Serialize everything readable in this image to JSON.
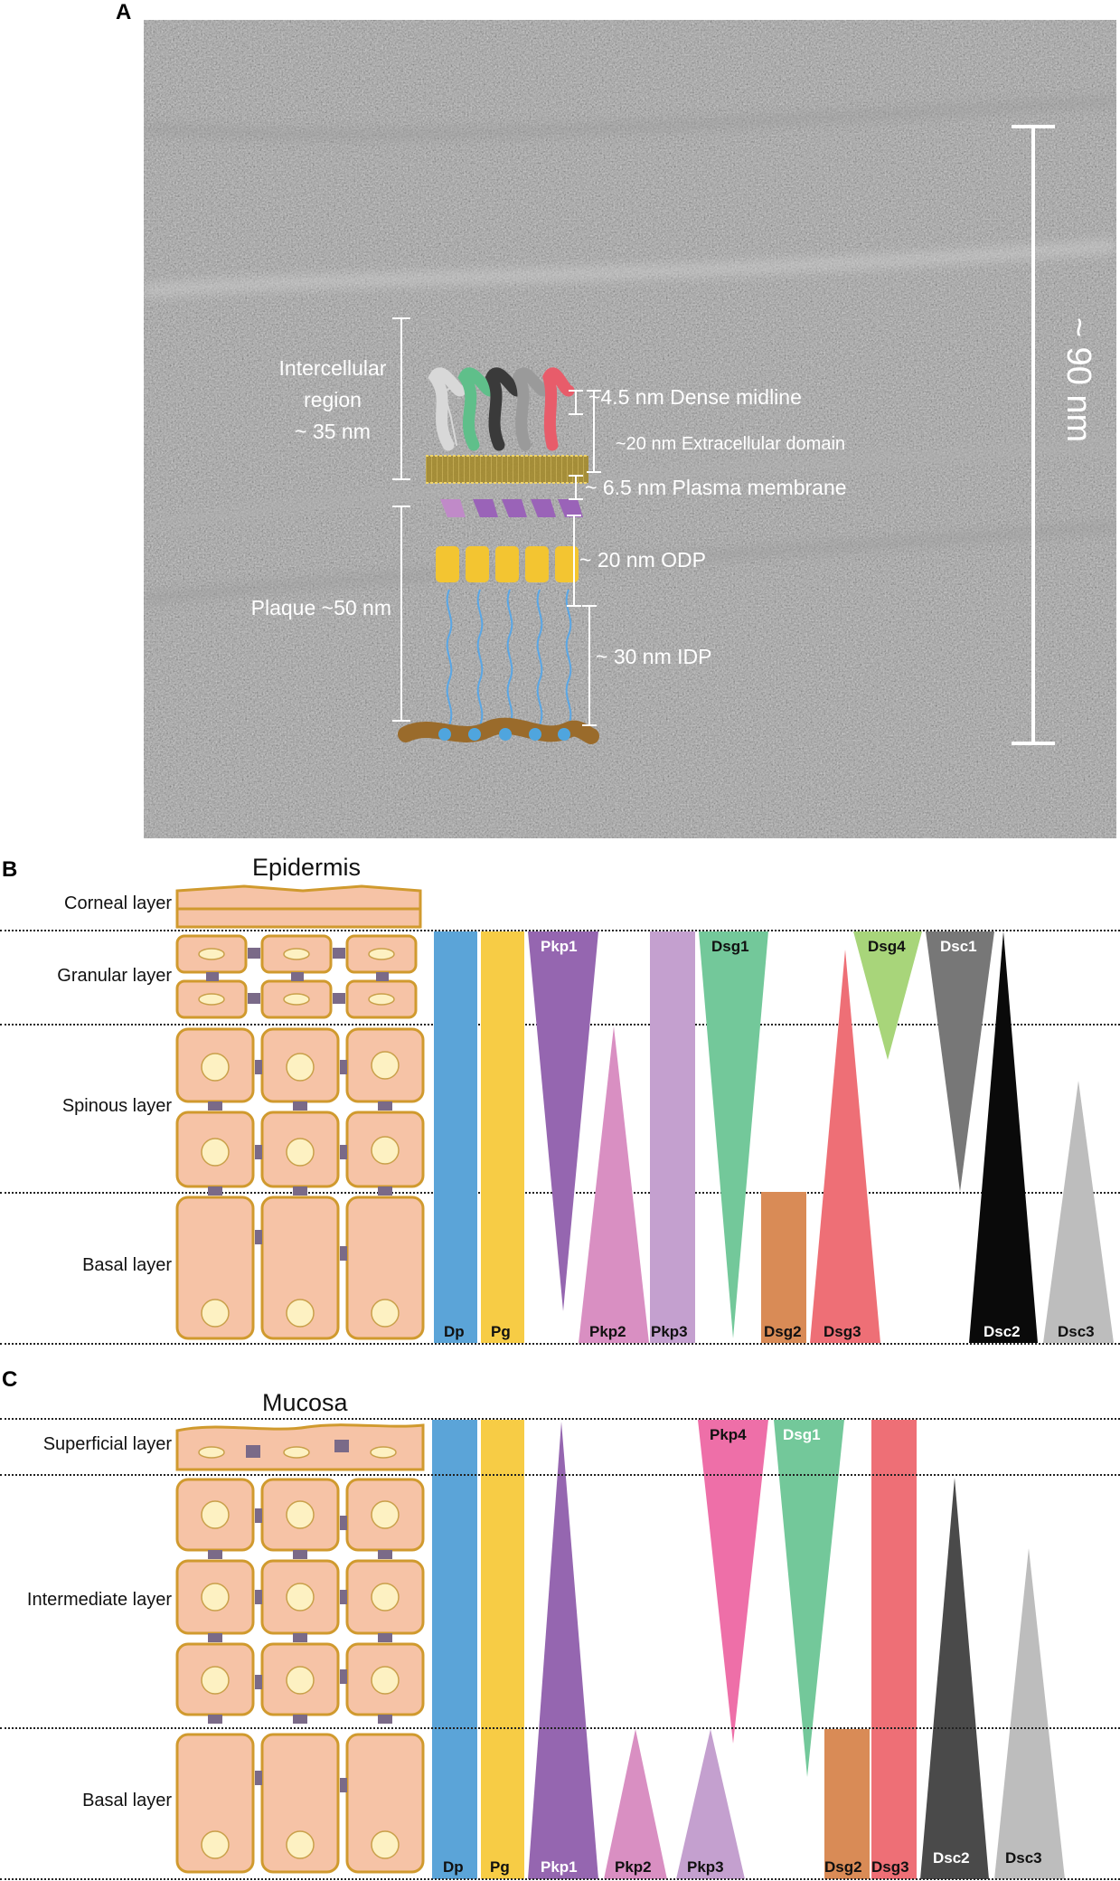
{
  "panelA": {
    "letter": "A",
    "labels": {
      "intercellular_line1": "Intercellular",
      "intercellular_line2": "region",
      "intercellular_line3": "~ 35 nm",
      "dense_midline": "~4.5 nm Dense midline",
      "extracellular": "~20 nm Extracellular domain",
      "plasma_membrane": "~ 6.5 nm Plasma membrane",
      "odp": "~ 20 nm ODP",
      "plaque": "Plaque ~50 nm",
      "idp": "~ 30 nm IDP",
      "scale": "~ 90 nm"
    },
    "cadherin_colors": [
      "#d8d8d8",
      "#5fbf8a",
      "#3a3a3a",
      "#9a9a9a",
      "#e85c6a"
    ]
  },
  "panelB": {
    "letter": "B",
    "title": "Epidermis",
    "layers": [
      "Corneal layer",
      "Granular layer",
      "Spinous layer",
      "Basal layer"
    ],
    "proteins": [
      {
        "name": "Dp",
        "color": "#5ba4d8",
        "label_color": "#111111"
      },
      {
        "name": "Pg",
        "color": "#f7cc45",
        "label_color": "#111111"
      },
      {
        "name": "Pkp1",
        "color": "#9566b0",
        "label_color": "#ffffff"
      },
      {
        "name": "Pkp2",
        "color": "#d98fc2",
        "label_color": "#111111"
      },
      {
        "name": "Pkp3",
        "color": "#c4a0cf",
        "label_color": "#111111"
      },
      {
        "name": "Dsg1",
        "color": "#73c89a",
        "label_color": "#111111"
      },
      {
        "name": "Dsg2",
        "color": "#d98b56",
        "label_color": "#111111"
      },
      {
        "name": "Dsg3",
        "color": "#ee6f76",
        "label_color": "#111111"
      },
      {
        "name": "Dsg4",
        "color": "#a8d57a",
        "label_color": "#111111"
      },
      {
        "name": "Dsc1",
        "color": "#777777",
        "label_color": "#ffffff"
      },
      {
        "name": "Dsc2",
        "color": "#0a0a0a",
        "label_color": "#ffffff"
      },
      {
        "name": "Dsc3",
        "color": "#bdbdbd",
        "label_color": "#111111"
      }
    ]
  },
  "panelC": {
    "letter": "C",
    "title": "Mucosa",
    "layers": [
      "Superficial layer",
      "Intermediate layer",
      "Basal layer"
    ],
    "proteins": [
      {
        "name": "Dp",
        "color": "#5ba4d8",
        "label_color": "#111111"
      },
      {
        "name": "Pg",
        "color": "#f7cc45",
        "label_color": "#111111"
      },
      {
        "name": "Pkp1",
        "color": "#9566b0",
        "label_color": "#ffffff"
      },
      {
        "name": "Pkp2",
        "color": "#d98fc2",
        "label_color": "#111111"
      },
      {
        "name": "Pkp3",
        "color": "#c4a0cf",
        "label_color": "#111111"
      },
      {
        "name": "Pkp4",
        "color": "#ee6fa8",
        "label_color": "#111111"
      },
      {
        "name": "Dsg1",
        "color": "#73c89a",
        "label_color": "#ffffff"
      },
      {
        "name": "Dsg2",
        "color": "#d98b56",
        "label_color": "#111111"
      },
      {
        "name": "Dsg3",
        "color": "#ee6f76",
        "label_color": "#111111"
      },
      {
        "name": "Dsc2",
        "color": "#4a4a4a",
        "label_color": "#ffffff"
      },
      {
        "name": "Dsc3",
        "color": "#bdbdbd",
        "label_color": "#111111"
      }
    ]
  },
  "colors": {
    "cell_fill": "#f6c3a6",
    "cell_stroke": "#d09a2e",
    "nucleus_fill": "#fdf1c2"
  }
}
